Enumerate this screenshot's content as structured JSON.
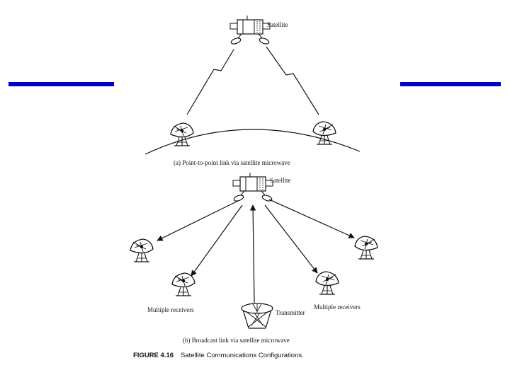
{
  "accent_color": "#0000cc",
  "panel_a": {
    "satellite_label": "Satellite",
    "caption": "(a) Point-to-point link via satellite microwave"
  },
  "panel_b": {
    "satellite_label": "Satellite",
    "receivers_left_label": "Multiple receivers",
    "receivers_right_label": "Multiple receivers",
    "transmitter_label": "Transmitter",
    "caption": "(b) Broadcast link via satellite microwave"
  },
  "figure": {
    "number": "FIGURE 4.16",
    "title": "Satellite Communications Configurations."
  },
  "icons": {
    "satellite": "satellite-icon",
    "dish": "dish-antenna-icon",
    "transmitter": "transmitter-tower-icon"
  }
}
